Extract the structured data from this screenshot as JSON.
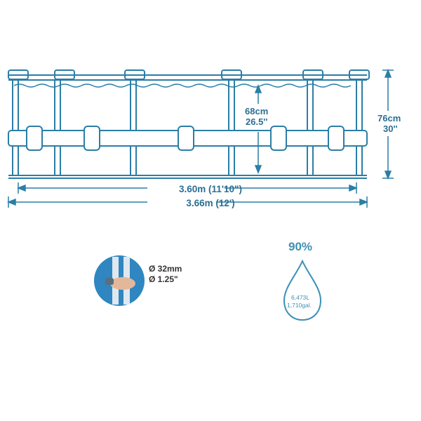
{
  "dimensions": {
    "inner_width": "3.60m (11'10\")",
    "outer_width": "3.66m (12')",
    "water_height_cm": "68cm",
    "water_height_in": "26.5''",
    "pool_height_cm": "76cm",
    "pool_height_in": "30''"
  },
  "frame_tube": {
    "diameter_mm": "Ø 32mm",
    "diameter_in": "Ø 1.25\""
  },
  "water_capacity": {
    "fill_percent": "90%",
    "liters": "6,473L",
    "gallons": "1,710gal."
  },
  "colors": {
    "line": "#2b7ea6",
    "text": "#2b6e93",
    "photo_bg": "#2f86c0"
  }
}
